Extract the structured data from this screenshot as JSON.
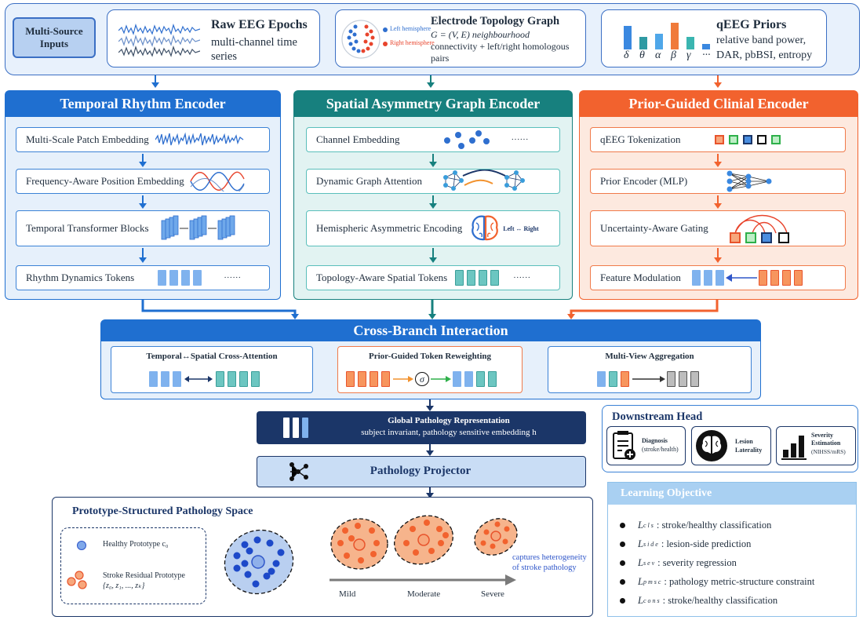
{
  "inputs": {
    "label": "Multi-Source Inputs",
    "raw": {
      "title": "Raw EEG Epochs",
      "desc": "multi-channel time series"
    },
    "topo": {
      "title": "Electrode Topology Graph",
      "formula": "G = (V, E) neighbourhood",
      "desc": "connectivity + left/right homologous pairs",
      "left_legend": "Left hemisphere",
      "right_legend": "Right hemisphere"
    },
    "priors": {
      "title": "qEEG Priors",
      "desc1": "relative band power,",
      "desc2": "DAR, pbBSI, entropy",
      "bands": [
        "δ",
        "θ",
        "α",
        "β",
        "γ",
        "···"
      ]
    }
  },
  "temporal": {
    "title": "Temporal Rhythm Encoder",
    "modules": [
      "Multi-Scale Patch Embedding",
      "Frequency-Aware Position Embedding",
      "Temporal Transformer Blocks",
      "Rhythm Dynamics Tokens"
    ],
    "ellipsis": "······"
  },
  "spatial": {
    "title": "Spatial Asymmetry Graph Encoder",
    "modules": [
      "Channel Embedding",
      "Dynamic Graph Attention",
      "Hemispheric Asymmetric Encoding",
      "Topology-Aware Spatial Tokens"
    ],
    "ellipsis": "······",
    "lr_label": "Left ↔ Right"
  },
  "prior": {
    "title": "Prior-Guided Clinial Encoder",
    "modules": [
      "qEEG Tokenization",
      "Prior Encoder (MLP)",
      "Uncertainty-Aware Gating",
      "Feature Modulation"
    ]
  },
  "cross": {
    "title": "Cross-Branch Interaction",
    "sub": [
      "Temporal↔Spatial Cross-Attention",
      "Prior-Guided Token Reweighting",
      "Multi-View Aggregation"
    ],
    "sigma": "σ"
  },
  "global": {
    "title": "Global Pathology Representation",
    "desc": "subject invariant, pathology sensitive embedding h"
  },
  "projector": {
    "title": "Pathology Projector"
  },
  "space": {
    "title": "Prototype-Structured Pathology Space",
    "healthy": "Healthy Prototype c₀",
    "stroke1": "Stroke Residual Prototype",
    "stroke2": "{z₀, z₁, ..., zₖ}",
    "levels": [
      "Mild",
      "Moderate",
      "Severe"
    ],
    "note1": "captures heterogeneity",
    "note2": "of stroke pathology"
  },
  "head": {
    "title": "Downstream Head",
    "items": [
      {
        "name": "Diagnosis",
        "sub": "(stroke/health)"
      },
      {
        "name": "Lesion",
        "sub": "Laterality"
      },
      {
        "name": "Severity",
        "sub2": "Estimation",
        "sub": "(NIHSS/mRS)"
      }
    ]
  },
  "objective": {
    "title": "Learning Objective",
    "items": [
      {
        "sym": "L",
        "sub": "c l s",
        "text": ": stroke/healthy classification"
      },
      {
        "sym": "L",
        "sub": "s i d e",
        "text": ": lesion-side prediction"
      },
      {
        "sym": "L",
        "sub": "s e v",
        "text": ": severity regression"
      },
      {
        "sym": "L",
        "sub": "p m s c",
        "text": ": pathology metric-structure constraint"
      },
      {
        "sym": "L",
        "sub": "c o n s",
        "text": ": stroke/healthy classification"
      }
    ]
  },
  "colors": {
    "blue": "#1f6fd0",
    "teal": "#17807e",
    "orange": "#f2622e",
    "navy": "#1b3668"
  }
}
